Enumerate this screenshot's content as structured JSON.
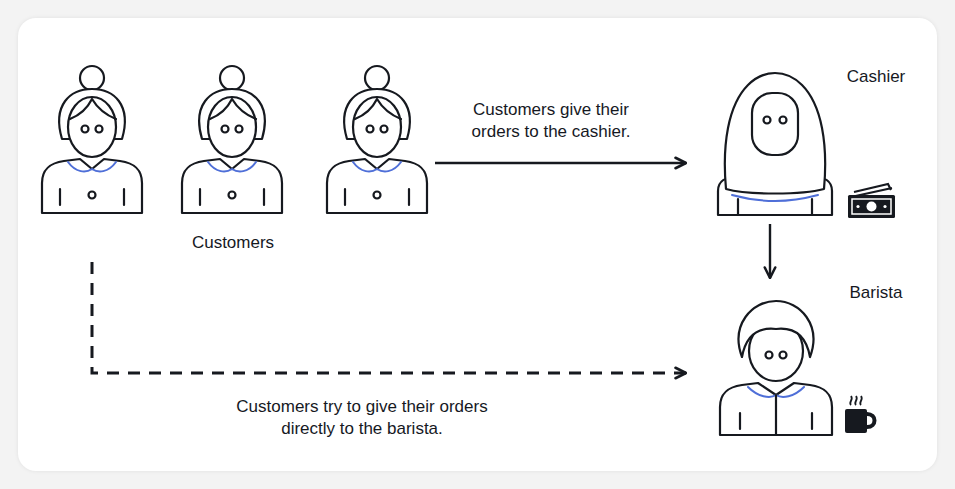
{
  "diagram": {
    "nodes": [
      {
        "text": [
          "Customers"
        ]
      },
      {
        "text": [
          "Cashier"
        ]
      },
      {
        "text": [
          "Barista"
        ]
      }
    ],
    "edges": [
      {
        "from": 0,
        "to": 1,
        "label": "Customers give their orders to the cashier.",
        "arrow": "to"
      },
      {
        "from": 1,
        "to": 2,
        "arrow": "to"
      },
      {
        "from": 0,
        "to": 2,
        "label": "Customers try to give their orders directly to the barista.",
        "arrow": "to"
      }
    ]
  }
}
